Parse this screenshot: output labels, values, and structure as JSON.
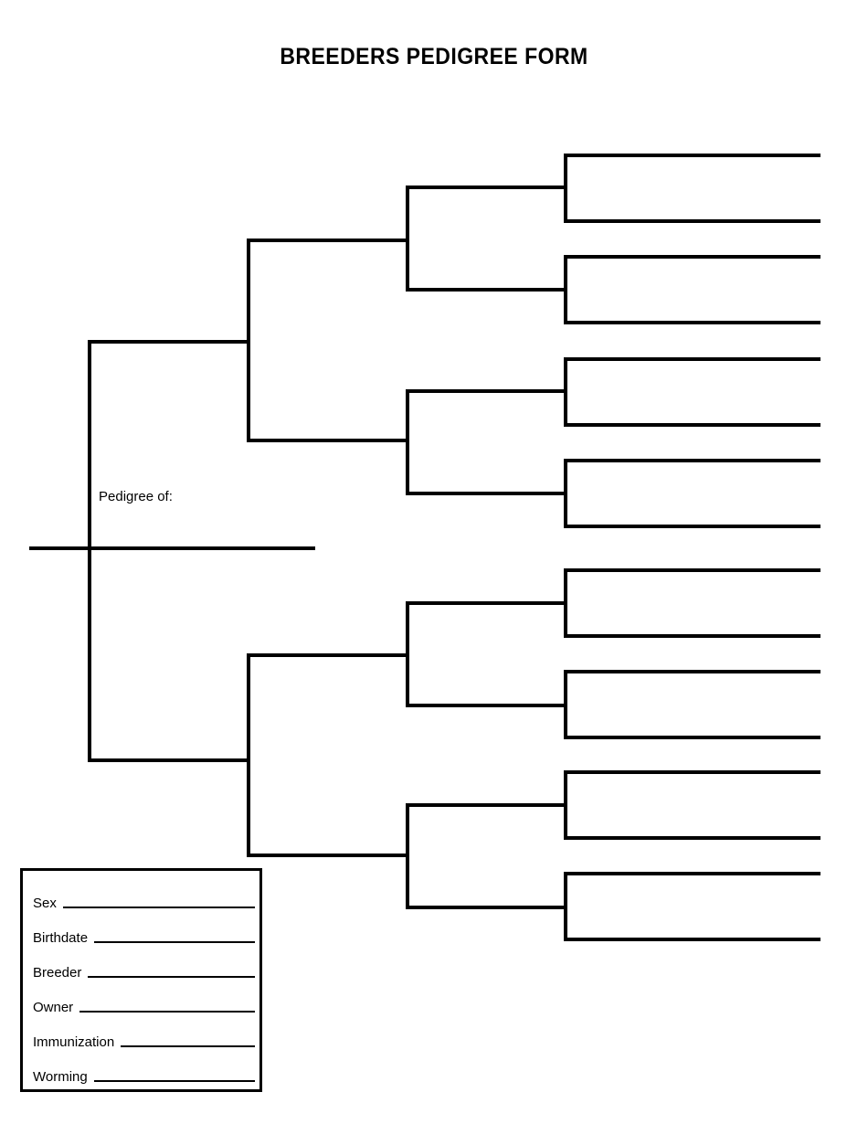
{
  "document": {
    "title": "BREEDERS PEDIGREE FORM",
    "type": "pedigree-chart",
    "generations": 4,
    "ink_color": "#000000",
    "paper_color": "#ffffff"
  },
  "subject": {
    "label": "Pedigree of:",
    "value": ""
  },
  "info_box": {
    "fields": [
      {
        "label": "Sex",
        "value": ""
      },
      {
        "label": "Birthdate",
        "value": ""
      },
      {
        "label": "Breeder",
        "value": ""
      },
      {
        "label": "Owner",
        "value": ""
      },
      {
        "label": "Immunization",
        "value": ""
      },
      {
        "label": "Worming",
        "value": ""
      }
    ]
  },
  "pedigree": {
    "generation2": [
      {
        "position": "sire",
        "value": ""
      },
      {
        "position": "dam",
        "value": ""
      }
    ],
    "generation3": [
      {
        "position": "sire-sire",
        "value": ""
      },
      {
        "position": "sire-dam",
        "value": ""
      },
      {
        "position": "dam-sire",
        "value": ""
      },
      {
        "position": "dam-dam",
        "value": ""
      }
    ],
    "generation4": [
      {
        "position": "sire-sire-sire",
        "value": ""
      },
      {
        "position": "sire-sire-dam",
        "value": ""
      },
      {
        "position": "sire-dam-sire",
        "value": ""
      },
      {
        "position": "sire-dam-dam",
        "value": ""
      },
      {
        "position": "dam-sire-sire",
        "value": ""
      },
      {
        "position": "dam-sire-dam",
        "value": ""
      },
      {
        "position": "dam-dam-sire",
        "value": ""
      },
      {
        "position": "dam-dam-dam",
        "value": ""
      }
    ]
  }
}
